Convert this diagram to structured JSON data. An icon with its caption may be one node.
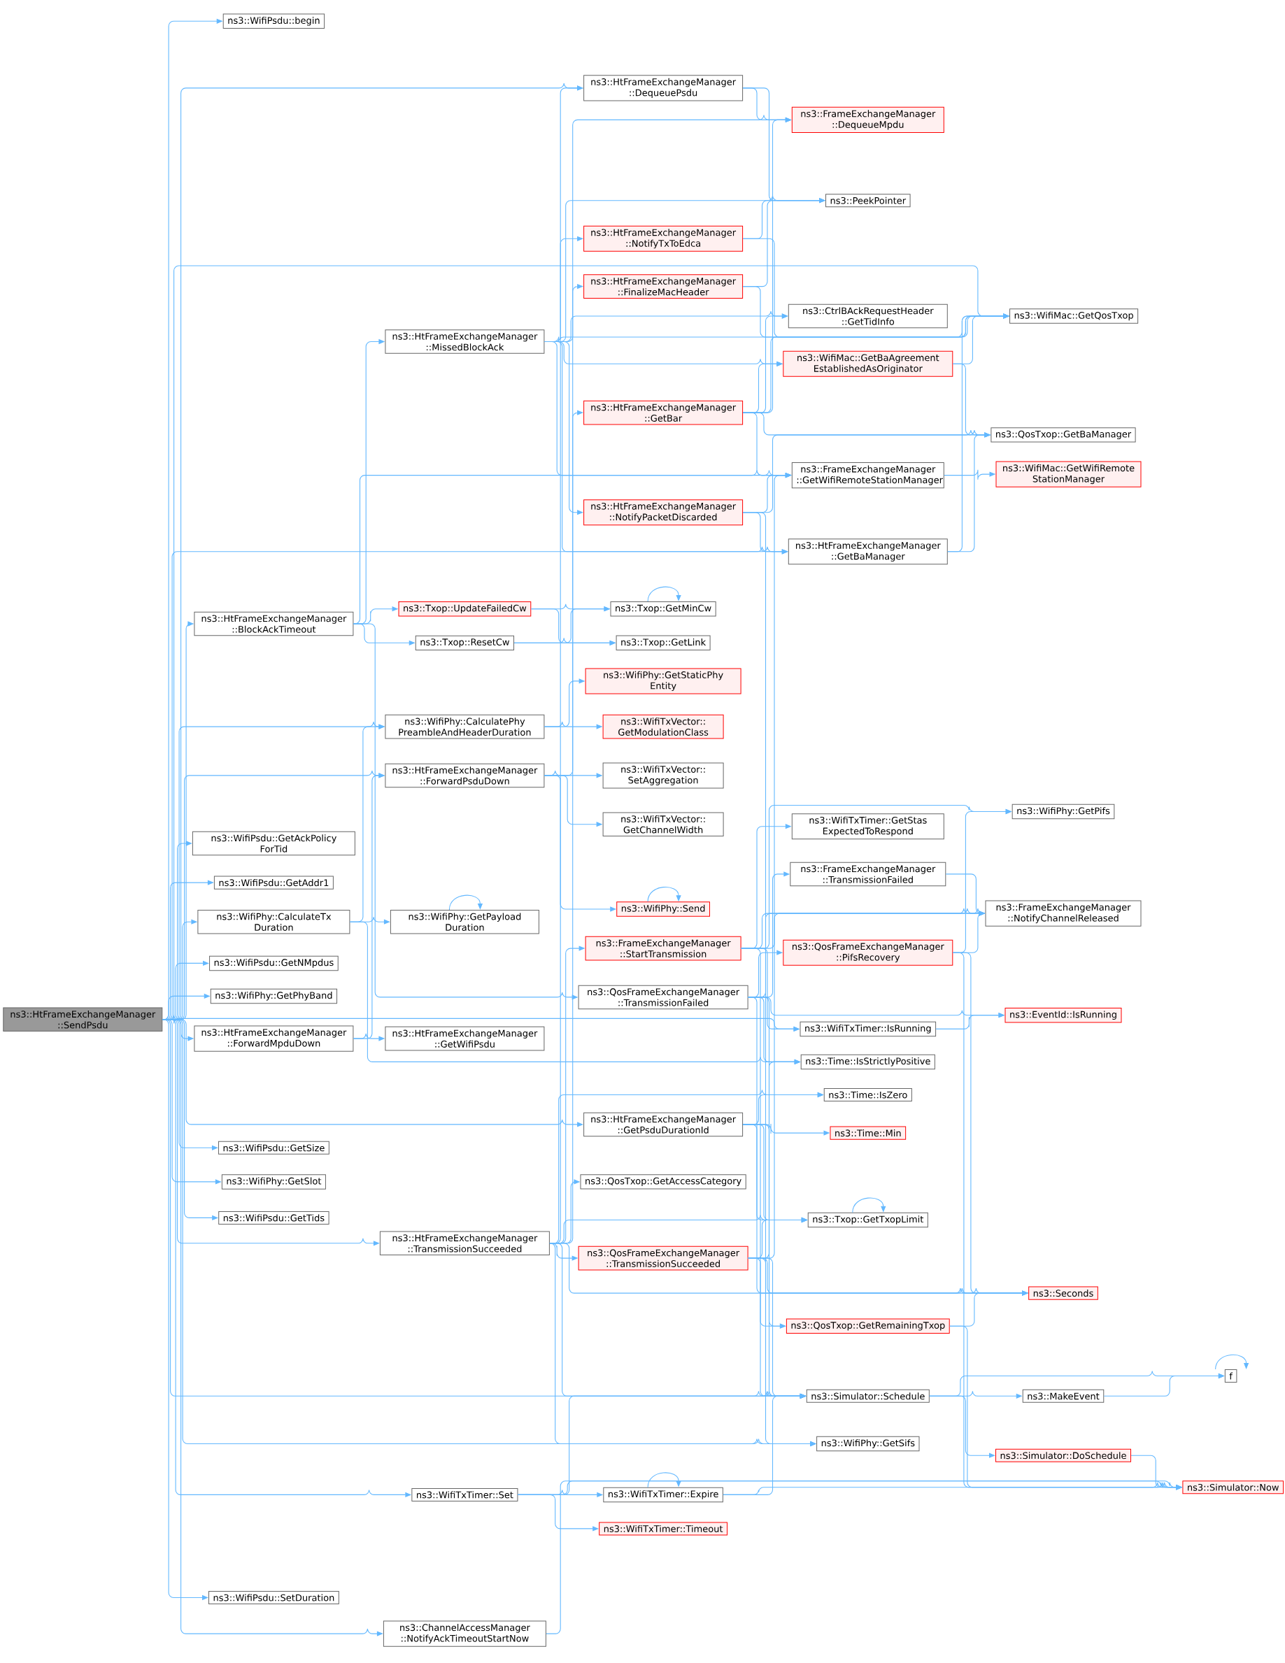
{
  "diagram": {
    "nodes": [
      {
        "text": [
          "ns3::HtFrameExchangeManager ::SendPsdu"
        ]
      },
      {
        "text": [
          "ns3::WifiPsdu::begin"
        ]
      },
      {
        "text": [
          "ns3::HtFrameExchangeManager ::DequeuePsdu"
        ]
      },
      {
        "text": [
          "ns3::FrameExchangeManager ::DequeueMpdu"
        ]
      },
      {
        "text": [
          "ns3::PeekPointer"
        ]
      },
      {
        "text": [
          "ns3::HtFrameExchangeManager ::NotifyTxToEdca"
        ]
      },
      {
        "text": [
          "ns3::HtFrameExchangeManager ::FinalizeMacHeader"
        ]
      },
      {
        "text": [
          "ns3::WifiMac::GetQosTxop"
        ]
      },
      {
        "text": [
          "ns3::CtrlBAckRequestHeader ::GetTidInfo"
        ]
      },
      {
        "text": [
          "ns3::HtFrameExchangeManager ::MissedBlockAck"
        ]
      },
      {
        "text": [
          "ns3::WifiMac::GetBaAgreement EstablishedAsOriginator"
        ]
      },
      {
        "text": [
          "ns3::HtFrameExchangeManager ::GetBar"
        ]
      },
      {
        "text": [
          "ns3::QosTxop::GetBaManager"
        ]
      },
      {
        "text": [
          "ns3::FrameExchangeManager ::GetWifiRemoteStationManager"
        ]
      },
      {
        "text": [
          "ns3::WifiMac::GetWifiRemote StationManager"
        ]
      },
      {
        "text": [
          "ns3::HtFrameExchangeManager ::NotifyPacketDiscarded"
        ]
      },
      {
        "text": [
          "ns3::HtFrameExchangeManager ::GetBaManager"
        ]
      },
      {
        "text": [
          "ns3::HtFrameExchangeManager ::BlockAckTimeout"
        ]
      },
      {
        "text": [
          "ns3::Txop::UpdateFailedCw"
        ]
      },
      {
        "text": [
          "ns3::Txop::GetMinCw"
        ]
      },
      {
        "text": [
          "ns3::Txop::ResetCw"
        ]
      },
      {
        "text": [
          "ns3::Txop::GetLink"
        ]
      },
      {
        "text": [
          "ns3::WifiPhy::GetStaticPhy Entity"
        ]
      },
      {
        "text": [
          "ns3::WifiPhy::CalculatePhy PreambleAndHeaderDuration"
        ]
      },
      {
        "text": [
          "ns3::WifiTxVector:: GetModulationClass"
        ]
      },
      {
        "text": [
          "ns3::HtFrameExchangeManager ::ForwardPsduDown"
        ]
      },
      {
        "text": [
          "ns3::WifiTxVector:: SetAggregation"
        ]
      },
      {
        "text": [
          "ns3::WifiPsdu::GetAckPolicy ForTid"
        ]
      },
      {
        "text": [
          "ns3::WifiTxVector:: GetChannelWidth"
        ]
      },
      {
        "text": [
          "ns3::WifiTxTimer::GetStas ExpectedToRespond"
        ]
      },
      {
        "text": [
          "ns3::WifiPhy::GetPifs"
        ]
      },
      {
        "text": [
          "ns3::WifiPsdu::GetAddr1"
        ]
      },
      {
        "text": [
          "ns3::WifiPhy::Send"
        ]
      },
      {
        "text": [
          "ns3::FrameExchangeManager ::TransmissionFailed"
        ]
      },
      {
        "text": [
          "ns3::WifiPhy::CalculateTx Duration"
        ]
      },
      {
        "text": [
          "ns3::WifiPhy::GetPayload Duration"
        ]
      },
      {
        "text": [
          "ns3::FrameExchangeManager ::NotifyChannelReleased"
        ]
      },
      {
        "text": [
          "ns3::FrameExchangeManager ::StartTransmission"
        ]
      },
      {
        "text": [
          "ns3::QosFrameExchangeManager ::PifsRecovery"
        ]
      },
      {
        "text": [
          "ns3::QosFrameExchangeManager ::TransmissionFailed"
        ]
      },
      {
        "text": [
          "ns3::WifiPsdu::GetNMpdus"
        ]
      },
      {
        "text": [
          "ns3::WifiPhy::GetPhyBand"
        ]
      },
      {
        "text": [
          "ns3::HtFrameExchangeManager ::ForwardMpduDown"
        ]
      },
      {
        "text": [
          "ns3::HtFrameExchangeManager ::GetWifiPsdu"
        ]
      },
      {
        "text": [
          "ns3::EventId::IsRunning"
        ]
      },
      {
        "text": [
          "ns3::WifiTxTimer::IsRunning"
        ]
      },
      {
        "text": [
          "ns3::Time::IsStrictlyPositive"
        ]
      },
      {
        "text": [
          "ns3::Time::IsZero"
        ]
      },
      {
        "text": [
          "ns3::HtFrameExchangeManager ::GetPsduDurationId"
        ]
      },
      {
        "text": [
          "ns3::Time::Min"
        ]
      },
      {
        "text": [
          "ns3::WifiPsdu::GetSize"
        ]
      },
      {
        "text": [
          "ns3::QosTxop::GetAccessCategory"
        ]
      },
      {
        "text": [
          "ns3::WifiPhy::GetSlot"
        ]
      },
      {
        "text": [
          "ns3::Txop::GetTxopLimit"
        ]
      },
      {
        "text": [
          "ns3::WifiPsdu::GetTids"
        ]
      },
      {
        "text": [
          "ns3::HtFrameExchangeManager ::TransmissionSucceeded"
        ]
      },
      {
        "text": [
          "ns3::QosFrameExchangeManager ::TransmissionSucceeded"
        ]
      },
      {
        "text": [
          "ns3::Seconds"
        ]
      },
      {
        "text": [
          "ns3::QosTxop::GetRemainingTxop"
        ]
      },
      {
        "text": [
          "f"
        ]
      },
      {
        "text": [
          "ns3::Simulator::Schedule"
        ]
      },
      {
        "text": [
          "ns3::MakeEvent"
        ]
      },
      {
        "text": [
          "ns3::WifiPhy::GetSifs"
        ]
      },
      {
        "text": [
          "ns3::Simulator::DoSchedule"
        ]
      },
      {
        "text": [
          "ns3::WifiTxTimer::Expire"
        ]
      },
      {
        "text": [
          "ns3::WifiTxTimer::Set"
        ]
      },
      {
        "text": [
          "ns3::Simulator::Now"
        ]
      },
      {
        "text": [
          "ns3::WifiTxTimer::Timeout"
        ]
      },
      {
        "text": [
          "ns3::WifiPsdu::SetDuration"
        ]
      },
      {
        "text": [
          "ns3::ChannelAccessManager ::NotifyAckTimeoutStartNow"
        ]
      }
    ],
    "edges": [
      {
        "from": 0,
        "to": 1,
        "arrow": "to"
      },
      {
        "from": 0,
        "to": 2,
        "arrow": "to"
      },
      {
        "from": 0,
        "to": 7,
        "arrow": "to"
      },
      {
        "from": 0,
        "to": 17,
        "arrow": "to"
      },
      {
        "from": 0,
        "to": 23,
        "arrow": "to"
      },
      {
        "from": 0,
        "to": 16,
        "arrow": "to"
      },
      {
        "from": 0,
        "to": 25,
        "arrow": "to"
      },
      {
        "from": 0,
        "to": 27,
        "arrow": "to"
      },
      {
        "from": 0,
        "to": 31,
        "arrow": "to"
      },
      {
        "from": 0,
        "to": 34,
        "arrow": "to"
      },
      {
        "from": 0,
        "to": 40,
        "arrow": "to"
      },
      {
        "from": 0,
        "to": 41,
        "arrow": "to"
      },
      {
        "from": 0,
        "to": 42,
        "arrow": "to"
      },
      {
        "from": 0,
        "to": 45,
        "arrow": "to"
      },
      {
        "from": 0,
        "to": 48,
        "arrow": "to"
      },
      {
        "from": 0,
        "to": 50,
        "arrow": "to"
      },
      {
        "from": 0,
        "to": 52,
        "arrow": "to"
      },
      {
        "from": 0,
        "to": 54,
        "arrow": "to"
      },
      {
        "from": 0,
        "to": 55,
        "arrow": "to"
      },
      {
        "from": 0,
        "to": 60,
        "arrow": "to"
      },
      {
        "from": 0,
        "to": 62,
        "arrow": "to"
      },
      {
        "from": 0,
        "to": 65,
        "arrow": "to"
      },
      {
        "from": 0,
        "to": 68,
        "arrow": "to"
      },
      {
        "from": 0,
        "to": 69,
        "arrow": "to"
      },
      {
        "from": 9,
        "to": 2,
        "arrow": "to"
      },
      {
        "from": 9,
        "to": 3,
        "arrow": "to"
      },
      {
        "from": 9,
        "to": 4,
        "arrow": "to"
      },
      {
        "from": 9,
        "to": 7,
        "arrow": "to"
      },
      {
        "from": 9,
        "to": 8,
        "arrow": "to"
      },
      {
        "from": 9,
        "to": 10,
        "arrow": "to"
      },
      {
        "from": 9,
        "to": 13,
        "arrow": "to"
      },
      {
        "from": 9,
        "to": 15,
        "arrow": "to"
      },
      {
        "from": 9,
        "to": 16,
        "arrow": "to"
      },
      {
        "from": 2,
        "to": 3,
        "arrow": "to"
      },
      {
        "from": 2,
        "to": 4,
        "arrow": "to"
      },
      {
        "from": 5,
        "to": 4,
        "arrow": "to"
      },
      {
        "from": 5,
        "to": 7,
        "arrow": "to"
      },
      {
        "from": 6,
        "to": 4,
        "arrow": "to"
      },
      {
        "from": 6,
        "to": 7,
        "arrow": "to"
      },
      {
        "from": 11,
        "to": 3,
        "arrow": "to"
      },
      {
        "from": 11,
        "to": 8,
        "arrow": "to"
      },
      {
        "from": 11,
        "to": 10,
        "arrow": "to"
      },
      {
        "from": 11,
        "to": 7,
        "arrow": "to"
      },
      {
        "from": 11,
        "to": 12,
        "arrow": "to"
      },
      {
        "from": 11,
        "to": 13,
        "arrow": "to"
      },
      {
        "from": 10,
        "to": 7,
        "arrow": "to"
      },
      {
        "from": 10,
        "to": 12,
        "arrow": "to"
      },
      {
        "from": 13,
        "to": 14,
        "arrow": "to"
      },
      {
        "from": 15,
        "to": 13,
        "arrow": "to"
      },
      {
        "from": 15,
        "to": 16,
        "arrow": "to"
      },
      {
        "from": 15,
        "to": 12,
        "arrow": "to"
      },
      {
        "from": 15,
        "to": 60,
        "arrow": "to"
      },
      {
        "from": 16,
        "to": 7,
        "arrow": "to"
      },
      {
        "from": 16,
        "to": 12,
        "arrow": "to"
      },
      {
        "from": 17,
        "to": 9,
        "arrow": "to"
      },
      {
        "from": 17,
        "to": 13,
        "arrow": "to"
      },
      {
        "from": 17,
        "to": 18,
        "arrow": "to"
      },
      {
        "from": 17,
        "to": 20,
        "arrow": "to"
      },
      {
        "from": 17,
        "to": 39,
        "arrow": "to"
      },
      {
        "from": 18,
        "to": 19,
        "arrow": "to"
      },
      {
        "from": 18,
        "to": 21,
        "arrow": "to"
      },
      {
        "from": 20,
        "to": 19,
        "arrow": "to"
      },
      {
        "from": 20,
        "to": 21,
        "arrow": "to"
      },
      {
        "from": 19,
        "to": 19,
        "arrow": "to"
      },
      {
        "from": 23,
        "to": 22,
        "arrow": "to"
      },
      {
        "from": 23,
        "to": 24,
        "arrow": "to"
      },
      {
        "from": 25,
        "to": 26,
        "arrow": "to"
      },
      {
        "from": 25,
        "to": 28,
        "arrow": "to"
      },
      {
        "from": 25,
        "to": 32,
        "arrow": "to"
      },
      {
        "from": 25,
        "to": 11,
        "arrow": "to"
      },
      {
        "from": 32,
        "to": 32,
        "arrow": "to"
      },
      {
        "from": 34,
        "to": 23,
        "arrow": "to"
      },
      {
        "from": 34,
        "to": 35,
        "arrow": "to"
      },
      {
        "from": 34,
        "to": 46,
        "arrow": "to"
      },
      {
        "from": 35,
        "to": 35,
        "arrow": "to"
      },
      {
        "from": 42,
        "to": 25,
        "arrow": "to"
      },
      {
        "from": 42,
        "to": 43,
        "arrow": "to"
      },
      {
        "from": 37,
        "to": 29,
        "arrow": "to"
      },
      {
        "from": 37,
        "to": 30,
        "arrow": "to"
      },
      {
        "from": 37,
        "to": 36,
        "arrow": "to"
      },
      {
        "from": 37,
        "to": 13,
        "arrow": "to"
      },
      {
        "from": 37,
        "to": 45,
        "arrow": "to"
      },
      {
        "from": 37,
        "to": 60,
        "arrow": "to"
      },
      {
        "from": 39,
        "to": 33,
        "arrow": "to"
      },
      {
        "from": 39,
        "to": 36,
        "arrow": "to"
      },
      {
        "from": 39,
        "to": 38,
        "arrow": "to"
      },
      {
        "from": 39,
        "to": 44,
        "arrow": "to"
      },
      {
        "from": 39,
        "to": 46,
        "arrow": "to"
      },
      {
        "from": 39,
        "to": 53,
        "arrow": "to"
      },
      {
        "from": 39,
        "to": 60,
        "arrow": "to"
      },
      {
        "from": 38,
        "to": 30,
        "arrow": "to"
      },
      {
        "from": 38,
        "to": 36,
        "arrow": "to"
      },
      {
        "from": 38,
        "to": 57,
        "arrow": "to"
      },
      {
        "from": 38,
        "to": 66,
        "arrow": "to"
      },
      {
        "from": 33,
        "to": 36,
        "arrow": "to"
      },
      {
        "from": 45,
        "to": 44,
        "arrow": "to"
      },
      {
        "from": 48,
        "to": 47,
        "arrow": "to"
      },
      {
        "from": 48,
        "to": 49,
        "arrow": "to"
      },
      {
        "from": 48,
        "to": 53,
        "arrow": "to"
      },
      {
        "from": 48,
        "to": 57,
        "arrow": "to"
      },
      {
        "from": 48,
        "to": 58,
        "arrow": "to"
      },
      {
        "from": 55,
        "to": 5,
        "arrow": "to"
      },
      {
        "from": 55,
        "to": 6,
        "arrow": "to"
      },
      {
        "from": 55,
        "to": 37,
        "arrow": "to"
      },
      {
        "from": 55,
        "to": 47,
        "arrow": "to"
      },
      {
        "from": 55,
        "to": 51,
        "arrow": "to"
      },
      {
        "from": 55,
        "to": 53,
        "arrow": "to"
      },
      {
        "from": 55,
        "to": 56,
        "arrow": "to"
      },
      {
        "from": 55,
        "to": 57,
        "arrow": "to"
      },
      {
        "from": 55,
        "to": 60,
        "arrow": "to"
      },
      {
        "from": 55,
        "to": 62,
        "arrow": "to"
      },
      {
        "from": 56,
        "to": 46,
        "arrow": "to"
      },
      {
        "from": 56,
        "to": 53,
        "arrow": "to"
      },
      {
        "from": 56,
        "to": 36,
        "arrow": "to"
      },
      {
        "from": 56,
        "to": 57,
        "arrow": "to"
      },
      {
        "from": 56,
        "to": 58,
        "arrow": "to"
      },
      {
        "from": 56,
        "to": 60,
        "arrow": "to"
      },
      {
        "from": 56,
        "to": 62,
        "arrow": "to"
      },
      {
        "from": 53,
        "to": 53,
        "arrow": "to"
      },
      {
        "from": 58,
        "to": 57,
        "arrow": "to"
      },
      {
        "from": 58,
        "to": 66,
        "arrow": "to"
      },
      {
        "from": 60,
        "to": 59,
        "arrow": "to"
      },
      {
        "from": 60,
        "to": 61,
        "arrow": "to"
      },
      {
        "from": 60,
        "to": 63,
        "arrow": "to"
      },
      {
        "from": 61,
        "to": 59,
        "arrow": "to"
      },
      {
        "from": 59,
        "to": 59,
        "arrow": "to"
      },
      {
        "from": 63,
        "to": 66,
        "arrow": "to"
      },
      {
        "from": 64,
        "to": 60,
        "arrow": "to"
      },
      {
        "from": 64,
        "to": 64,
        "arrow": "to"
      },
      {
        "from": 64,
        "to": 66,
        "arrow": "to"
      },
      {
        "from": 65,
        "to": 60,
        "arrow": "to"
      },
      {
        "from": 65,
        "to": 64,
        "arrow": "to"
      },
      {
        "from": 65,
        "to": 67,
        "arrow": "to"
      },
      {
        "from": 65,
        "to": 66,
        "arrow": "to"
      },
      {
        "from": 69,
        "to": 66,
        "arrow": "to"
      }
    ]
  }
}
